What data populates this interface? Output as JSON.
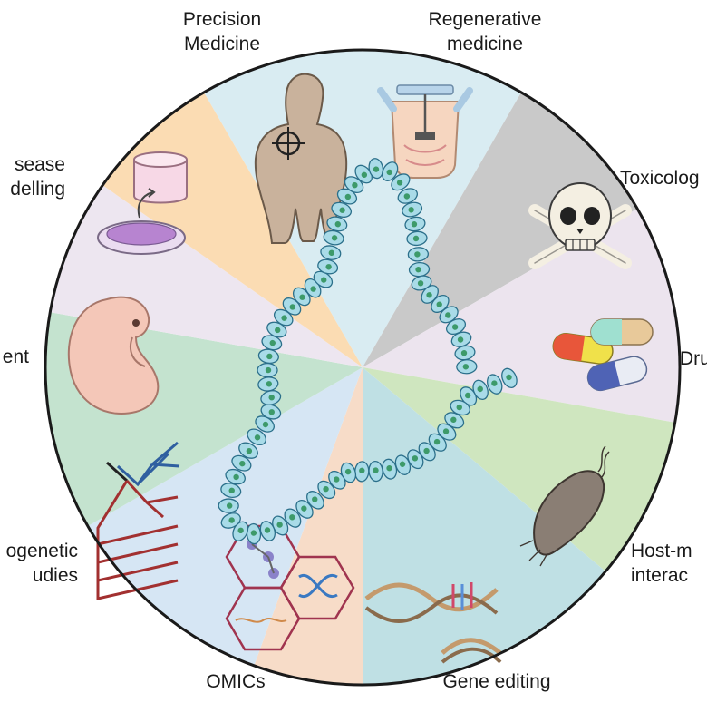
{
  "diagram": {
    "segments": [
      {
        "id": "precision-medicine",
        "label_lines": [
          "Precision",
          "Medicine"
        ],
        "color": "#d9ecf2",
        "icon": "human-target-icon"
      },
      {
        "id": "regenerative-medicine",
        "label_lines": [
          "Regenerative",
          "medicine"
        ],
        "color": "#c9c9c9",
        "icon": "bioreactor-icon"
      },
      {
        "id": "toxicology",
        "label_lines": [
          "Toxicolog"
        ],
        "color": "#ece4ee",
        "icon": "skull-crossbones-icon"
      },
      {
        "id": "drug",
        "label_lines": [
          "Dru"
        ],
        "color": "#cfe6bf",
        "icon": "capsules-icon"
      },
      {
        "id": "host-microbe",
        "label_lines": [
          "Host-m",
          "interac"
        ],
        "color": "#bfe0e4",
        "icon": "microbe-icon"
      },
      {
        "id": "gene-editing",
        "label_lines": [
          "Gene editing"
        ],
        "color": "#f7dcc8",
        "icon": "dna-editing-icon"
      },
      {
        "id": "omics",
        "label_lines": [
          "OMICs"
        ],
        "color": "#d6e6f4",
        "icon": "hexagon-omics-icon"
      },
      {
        "id": "phylogenetic",
        "label_lines": [
          "ogenetic",
          "udies"
        ],
        "color": "#c4e3cf",
        "icon": "phylogenetic-tree-icon"
      },
      {
        "id": "development",
        "label_lines": [
          "ent"
        ],
        "color": "#ede6f0",
        "icon": "embryo-icon"
      },
      {
        "id": "disease-modelling",
        "label_lines": [
          "sease",
          "delling"
        ],
        "color": "#fbdcb3",
        "icon": "petri-dish-icon"
      }
    ],
    "colors": {
      "outline": "#1a1a1a",
      "cell_fill": "#a9dbe8",
      "cell_stroke": "#2b6f8a",
      "nucleus": "#3d9a6a"
    }
  }
}
